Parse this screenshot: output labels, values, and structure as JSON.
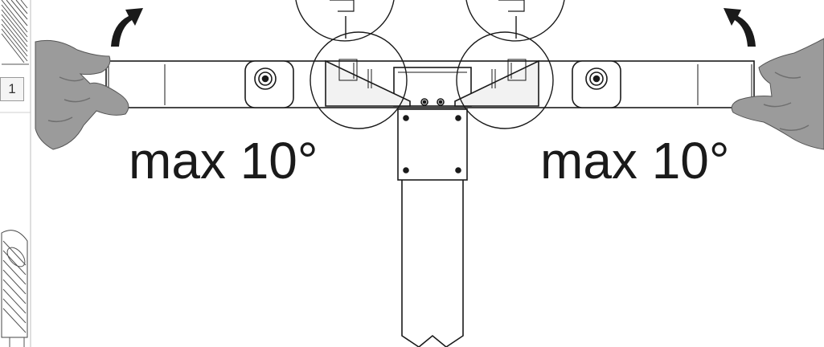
{
  "labels": {
    "left_angle": "max 10°",
    "right_angle": "max 10°"
  },
  "margin_strip": {
    "step_number": "1"
  },
  "icons": {
    "left_arrow": "curved-arrow-up-right-icon",
    "right_arrow": "curved-arrow-up-left-icon"
  },
  "colors": {
    "line": "#1a1a1a",
    "glove": "#9b9b9b",
    "glove_dark": "#6f6f6f",
    "background": "#ffffff"
  }
}
